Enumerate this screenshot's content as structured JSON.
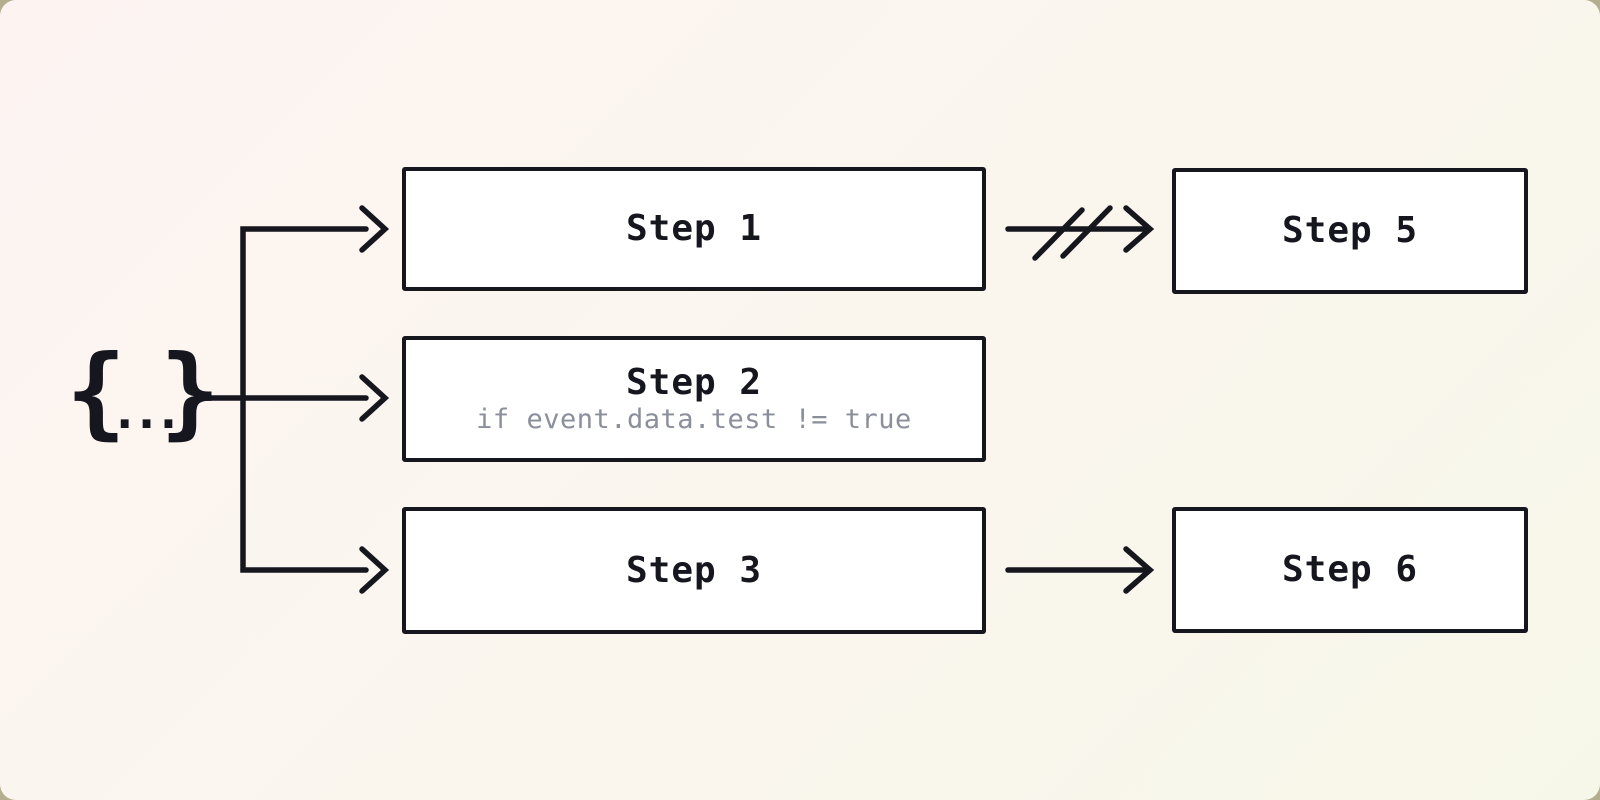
{
  "diagram": {
    "source": {
      "symbol": "{...}",
      "brace_open": "{",
      "dots": "...",
      "brace_close": "}"
    },
    "nodes": [
      {
        "id": "step1",
        "label": "Step 1",
        "condition": ""
      },
      {
        "id": "step2",
        "label": "Step 2",
        "condition": "if event.data.test != true"
      },
      {
        "id": "step3",
        "label": "Step 3",
        "condition": ""
      },
      {
        "id": "step5",
        "label": "Step 5",
        "condition": ""
      },
      {
        "id": "step6",
        "label": "Step 6",
        "condition": ""
      }
    ],
    "edges": [
      {
        "from": "source",
        "to": "step1",
        "type": "arrow"
      },
      {
        "from": "source",
        "to": "step2",
        "type": "arrow"
      },
      {
        "from": "source",
        "to": "step3",
        "type": "arrow"
      },
      {
        "from": "step1",
        "to": "step5",
        "type": "cancelled-arrow"
      },
      {
        "from": "step3",
        "to": "step6",
        "type": "arrow"
      }
    ],
    "colors": {
      "ink": "#16161e",
      "box_fill": "#ffffff",
      "condition_text": "#8b8e9b",
      "canvas_top_left": "#fdf4f2",
      "canvas_mid": "#faf6ee",
      "canvas_bottom_right": "#f7f7e9",
      "outside_frame": "#b5ae8e"
    }
  }
}
